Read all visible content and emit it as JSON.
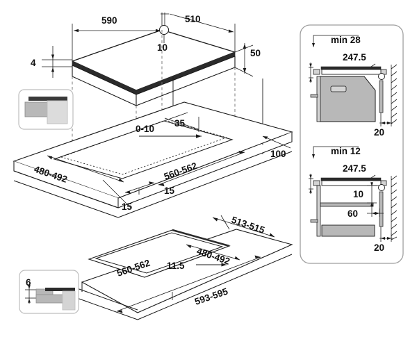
{
  "document": {
    "title": "Built-in hob installation dimension drawing",
    "units": "mm",
    "background_color": "#ffffff",
    "line_color": "#1a1a1a",
    "fill_gray": "#b8b8b8",
    "fill_light_gray": "#d4d4d4",
    "fill_dark": "#2b2b2b"
  },
  "hob_view": {
    "name": "isometric-hob-view",
    "dims": {
      "width_front": "590",
      "width_back": "510",
      "glass_overhang": "10",
      "depth_side": "50",
      "thickness": "4"
    }
  },
  "worktop_view": {
    "name": "worktop-cutout-view",
    "dims": {
      "cutout_depth": "480-492",
      "cutout_width": "560-562",
      "edge_left": "15",
      "edge_right": "15",
      "rear_clearance": "35",
      "gap_range": "0-10",
      "rear_wall_distance": "100"
    }
  },
  "lower_view": {
    "name": "flush-cutout-view",
    "dims": {
      "cutout_width": "560-562",
      "cutout_depth": "480-492",
      "recess_depth": "513-515",
      "recess_step": "11.5",
      "recess_width": "593-595"
    }
  },
  "inset_top": {
    "name": "worktop-edge-detail",
    "label": ""
  },
  "inset_bottom": {
    "name": "flush-mount-edge-detail",
    "label": "6"
  },
  "side_panel": {
    "name": "installation-cross-sections",
    "sections": [
      {
        "name": "oven-below-section",
        "min_label": "min 28",
        "depth_label": "247.5",
        "rear_gap": "20"
      },
      {
        "name": "drawer-below-section",
        "min_label": "min 12",
        "depth_label": "247.5",
        "shelf_gap": "10",
        "front_gap": "60",
        "rear_gap": "20"
      }
    ]
  }
}
